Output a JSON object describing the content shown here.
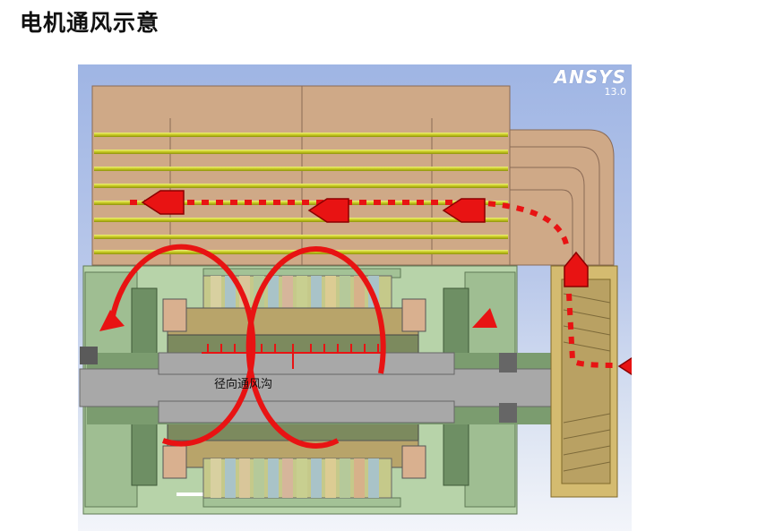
{
  "page": {
    "title": "电机通风示意"
  },
  "viewport": {
    "brand": "ANSYS",
    "version": "13.0"
  },
  "annotations": {
    "radial_duct_label": "径向通风沟"
  },
  "colors": {
    "housing": "#cfa987",
    "frame": "#b7d3a9",
    "shaft": "#a8a8a8",
    "tubes": "#c9cc26",
    "fan": "#d4bb70",
    "flow": "#e81313"
  },
  "icons": [
    "flow-arrow-left",
    "circulation-arrow"
  ]
}
